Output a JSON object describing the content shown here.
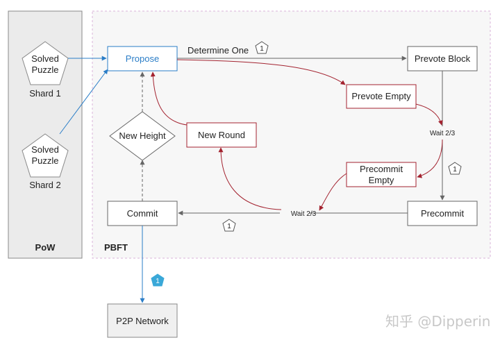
{
  "regions": {
    "pow_label": "PoW",
    "pbft_label": "PBFT"
  },
  "shards": [
    {
      "puzzle_line1": "Solved",
      "puzzle_line2": "Puzzle",
      "label": "Shard 1"
    },
    {
      "puzzle_line1": "Solved",
      "puzzle_line2": "Puzzle",
      "label": "Shard 2"
    }
  ],
  "nodes": {
    "propose": "Propose",
    "prevote_block": "Prevote Block",
    "prevote_empty": "Prevote Empty",
    "precommit_empty_line1": "Precommit",
    "precommit_empty_line2": "Empty",
    "precommit": "Precommit",
    "commit": "Commit",
    "new_height": "New Height",
    "new_round": "New Round",
    "p2p_network": "P2P Network"
  },
  "edge_labels": {
    "determine_one": "Determine One",
    "wait_prevote": "Wait 2/3",
    "wait_precommit": "Wait 2/3"
  },
  "badges": {
    "determine": "1",
    "prevote": "1",
    "precommit": "1",
    "p2p": "1"
  },
  "watermark": "知乎 @Dipperin",
  "colors": {
    "accent_blue": "#2a7dc7",
    "red": "#a3222f",
    "gray": "#666666",
    "badge_blue": "#3aa8d8"
  }
}
